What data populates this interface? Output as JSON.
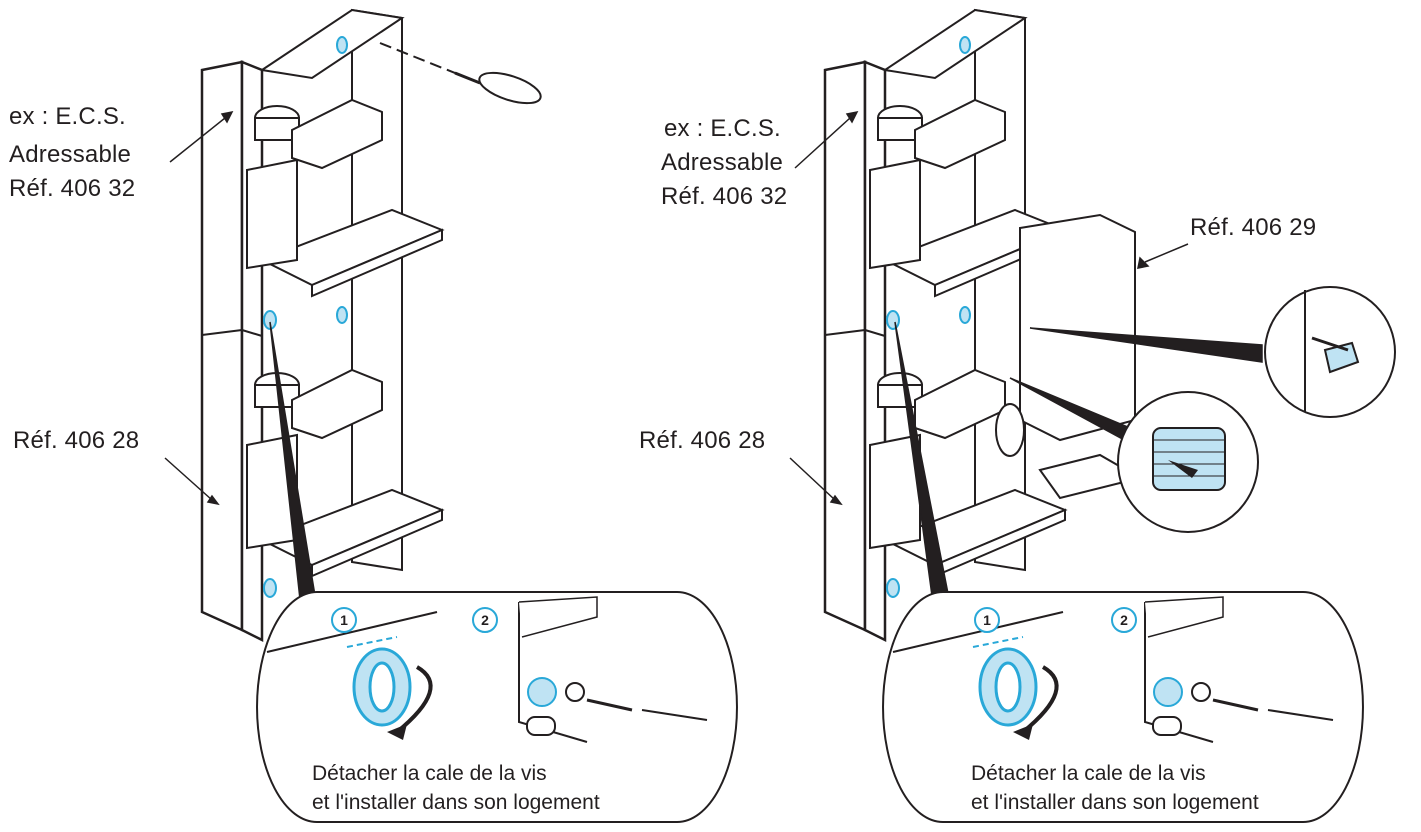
{
  "left": {
    "label_top": [
      "ex : E.C.S.",
      "Adressable",
      "Réf. 406 32"
    ],
    "label_bottom": "Réf. 406 28",
    "steps": [
      "1",
      "2"
    ],
    "caption": [
      "Détacher la cale de la vis",
      "et l'installer dans son logement"
    ]
  },
  "right": {
    "label_top": [
      "ex : E.C.S.",
      "Adressable",
      "Réf. 406 32"
    ],
    "label_bottom": "Réf. 406 28",
    "label_extension": "Réf. 406 29",
    "steps": [
      "1",
      "2"
    ],
    "caption": [
      "Détacher la cale de la vis",
      "et l'installer dans son logement"
    ]
  },
  "colors": {
    "line": "#231f20",
    "accent": "#29a8d8",
    "accent_fill": "#bfe3f3"
  }
}
